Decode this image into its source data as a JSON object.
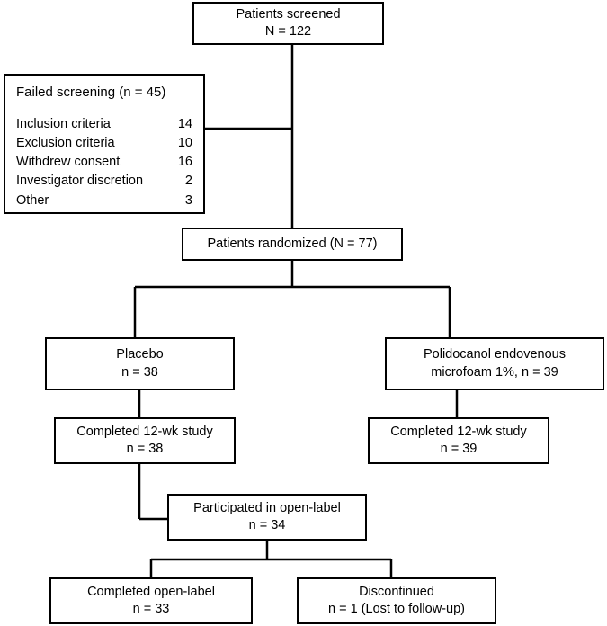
{
  "figure": {
    "type": "consort-flow-diagram",
    "background_color": "#ffffff",
    "line_color": "#000000",
    "text_color": "#000000"
  },
  "nodes": {
    "screened": {
      "line1": "Patients screened",
      "line2": "N = 122"
    },
    "failed_screening": {
      "title": "Failed screening (n = 45)",
      "reasons": [
        {
          "label": "Inclusion criteria",
          "count": "14"
        },
        {
          "label": "Exclusion criteria",
          "count": "10"
        },
        {
          "label": "Withdrew consent",
          "count": "16"
        },
        {
          "label": "Investigator discretion",
          "count": "2"
        },
        {
          "label": "Other",
          "count": "3"
        }
      ]
    },
    "randomized": {
      "line1": "Patients randomized (N = 77)"
    },
    "placebo": {
      "line1": "Placebo",
      "line2": "n = 38"
    },
    "polidocanol": {
      "line1": "Polidocanol endovenous",
      "line2": "microfoam 1%, n = 39"
    },
    "completed_placebo": {
      "line1": "Completed 12-wk study",
      "line2": "n = 38"
    },
    "completed_polidocanol": {
      "line1": "Completed 12-wk study",
      "line2": "n = 39"
    },
    "open_label": {
      "line1": "Participated in open-label",
      "line2": "n = 34"
    },
    "completed_open_label": {
      "line1": "Completed open-label",
      "line2": "n = 33"
    },
    "discontinued": {
      "line1": "Discontinued",
      "line2": "n = 1 (Lost to follow-up)"
    }
  }
}
